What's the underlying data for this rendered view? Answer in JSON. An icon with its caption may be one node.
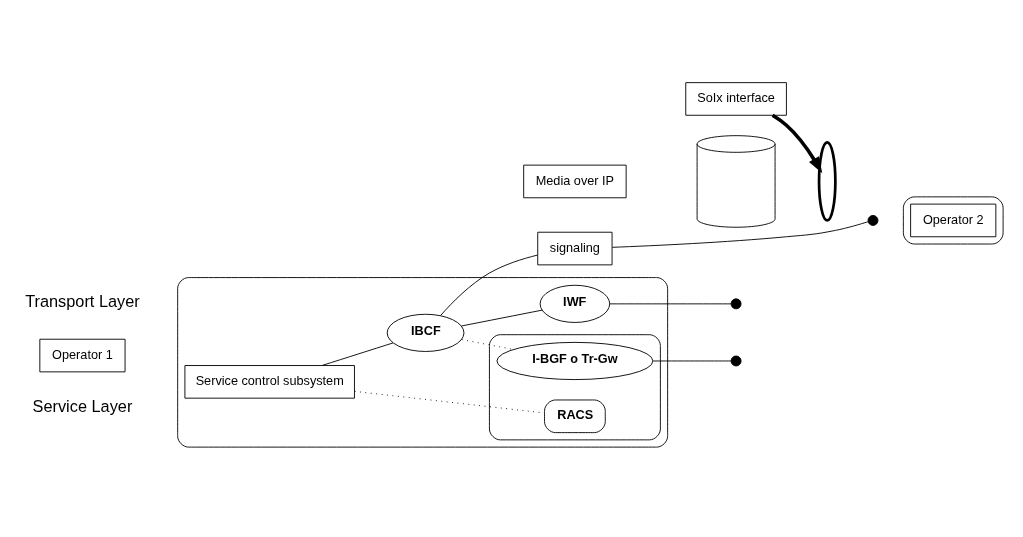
{
  "diagram": {
    "nodes": [
      {
        "text": [],
        "shape": "box"
      },
      {
        "text": [
          "Operator 1"
        ]
      },
      {
        "text": [
          "Service control subsystem"
        ],
        "in": 0
      },
      {
        "text": [
          "IWF"
        ],
        "in": 0
      },
      {
        "text": [
          "IBCF"
        ],
        "in": 0
      },
      {
        "text": [
          "signaling"
        ]
      },
      {
        "text": [
          "Media over IP"
        ]
      },
      {
        "text": [],
        "shape": "box",
        "in": 0
      },
      {
        "text": [
          "RACS"
        ],
        "in": 7
      },
      {
        "text": [
          "I-BGF o Tr-Gw"
        ],
        "in": 7
      },
      {
        "text": [],
        "shape": "cylinder"
      },
      {
        "text": [],
        "shape": "circle"
      },
      {
        "text": [],
        "shape": "box"
      },
      {
        "text": [
          "Operator 2"
        ],
        "in": 12
      },
      {
        "text": [
          "SoIx interface"
        ]
      },
      {
        "text": [],
        "shape": "circle"
      },
      {
        "text": [],
        "shape": "circle"
      },
      {
        "text": [],
        "shape": "circle"
      }
    ],
    "edges": [
      {
        "from": 2,
        "to": 4,
        "arrow": "none"
      },
      {
        "from": 2,
        "to": 8,
        "arrow": "none",
        "style": "dashed"
      },
      {
        "from": 4,
        "to": 3,
        "arrow": "none"
      },
      {
        "from": 4,
        "to": 5,
        "arrow": "none"
      },
      {
        "from": 4,
        "to": 9,
        "arrow": "none",
        "style": "dashed"
      },
      {
        "from": 3,
        "to": 15,
        "arrow": "none"
      },
      {
        "from": 5,
        "to": 16,
        "arrow": "none"
      },
      {
        "from": 9,
        "to": 17,
        "arrow": "none"
      },
      {
        "from": 14,
        "to": 11,
        "arrow": "to",
        "style": "thick"
      }
    ],
    "labels": [
      "Service Layer",
      "Transport Layer"
    ]
  }
}
